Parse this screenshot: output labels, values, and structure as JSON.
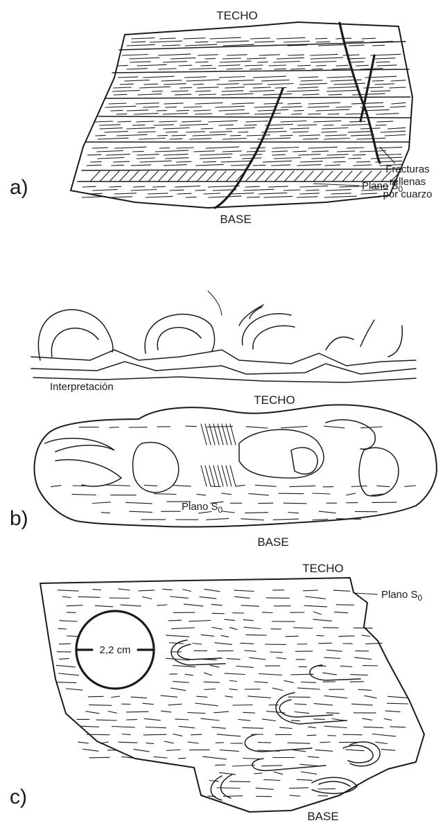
{
  "panel_a": {
    "letter": "a)",
    "top_label": "TECHO",
    "bottom_label": "BASE",
    "fractures_label_lines": [
      "Fracturas",
      "rellenas",
      "por cuarzo"
    ],
    "plane_label": "Plano S",
    "plane_subscript": "0"
  },
  "panel_b": {
    "letter": "b)",
    "interpretation_label": "Interpretación",
    "top_label": "TECHO",
    "bottom_label": "BASE",
    "plane_label": "Plano S",
    "plane_subscript": "0"
  },
  "panel_c": {
    "letter": "c)",
    "top_label": "TECHO",
    "bottom_label": "BASE",
    "plane_label": "Plano S",
    "plane_subscript": "0",
    "scale_label": "2,2 cm"
  },
  "colors": {
    "ink": "#1a1a1a",
    "background": "#ffffff"
  }
}
